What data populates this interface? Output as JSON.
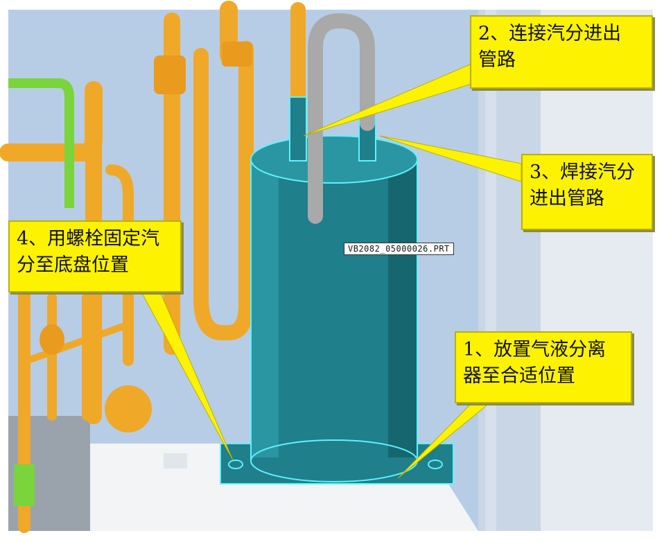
{
  "callouts": [
    {
      "id": "c2",
      "lines": [
        "2、连接汽分进出",
        "管路"
      ]
    },
    {
      "id": "c3",
      "lines": [
        "3、焊接汽分",
        "进出管路"
      ]
    },
    {
      "id": "c4",
      "lines": [
        "4、用螺栓固定汽",
        "分至底盘位置"
      ]
    },
    {
      "id": "c1",
      "lines": [
        "1、放置气液分离",
        "器至合适位置"
      ]
    }
  ],
  "part_label": "VB2082_05000026.PRT",
  "colors": {
    "background": "#b7cde6",
    "pipe": "#f0a828",
    "pipe_shade": "#c9851a",
    "green_pipe": "#7ad43c",
    "tank": "#1f7f8a",
    "tank_dark": "#166670",
    "outline": "#5ff2ff",
    "u_pipe": "#a9a9a9",
    "callout": "#fdf200"
  }
}
